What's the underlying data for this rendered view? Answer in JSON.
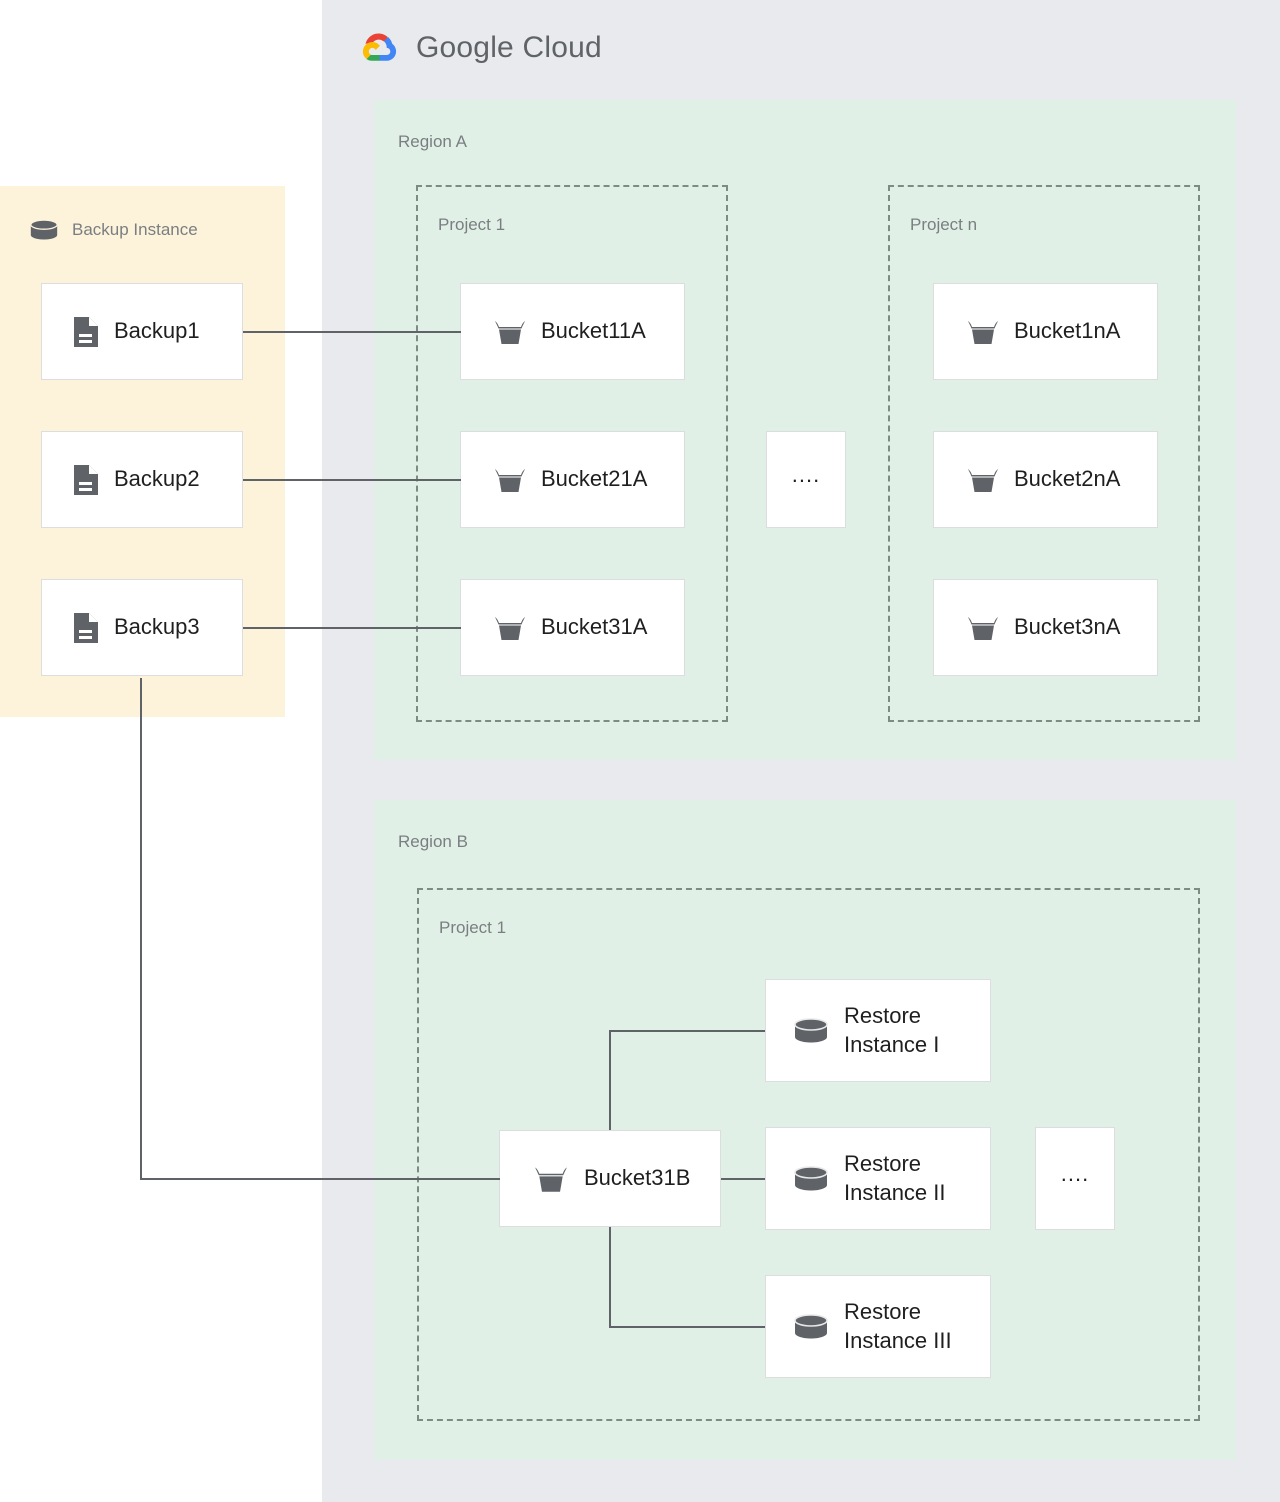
{
  "brand": {
    "logo_icon": "google-cloud-logo-icon",
    "name_bold": "Google",
    "name_light": "Cloud"
  },
  "backup_panel": {
    "icon": "database-cylinder-icon",
    "title": "Backup Instance",
    "background": "#FDF3DA",
    "items": [
      {
        "label": "Backup1",
        "icon": "document-icon"
      },
      {
        "label": "Backup2",
        "icon": "document-icon"
      },
      {
        "label": "Backup3",
        "icon": "document-icon"
      }
    ]
  },
  "gcp_panel": {
    "background": "#E8EAED"
  },
  "regions": [
    {
      "label": "Region A",
      "background": "#E1F0E7",
      "projects": [
        {
          "label": "Project 1",
          "cards": [
            {
              "label": "Bucket11A",
              "icon": "storage-bucket-icon"
            },
            {
              "label": "Bucket21A",
              "icon": "storage-bucket-icon"
            },
            {
              "label": "Bucket31A",
              "icon": "storage-bucket-icon"
            }
          ]
        },
        {
          "label": "Project n",
          "cards": [
            {
              "label": "Bucket1nA",
              "icon": "storage-bucket-icon"
            },
            {
              "label": "Bucket2nA",
              "icon": "storage-bucket-icon"
            },
            {
              "label": "Bucket3nA",
              "icon": "storage-bucket-icon"
            }
          ]
        }
      ],
      "ellipsis": "...."
    },
    {
      "label": "Region B",
      "background": "#E1F0E7",
      "projects": [
        {
          "label": "Project 1",
          "cards": [
            {
              "label": "Bucket31B",
              "icon": "storage-bucket-icon"
            },
            {
              "label": "Restore\nInstance I",
              "icon": "database-cylinder-icon"
            },
            {
              "label": "Restore\nInstance II",
              "icon": "database-cylinder-icon"
            },
            {
              "label": "Restore\nInstance III",
              "icon": "database-cylinder-icon"
            }
          ]
        }
      ],
      "ellipsis": "...."
    }
  ],
  "colors": {
    "connector": "#5F6368",
    "icon_gray": "#5F6368",
    "label_gray": "#7A7E82",
    "card_border": "#DCDDDE",
    "project_border": "#7E8B85",
    "logo_red": "#EA4335",
    "logo_blue": "#4285F4",
    "logo_yellow": "#FBBC05",
    "logo_green": "#34A853"
  }
}
